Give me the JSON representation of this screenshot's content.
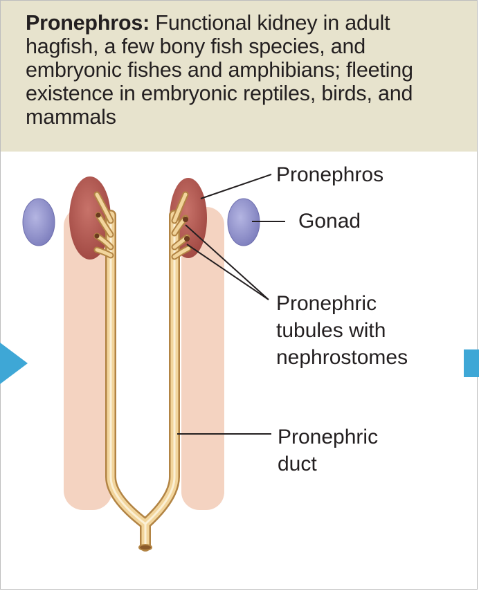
{
  "caption": {
    "term": "Pronephros:",
    "description": "Functional kidney in adult hagfish, a few bony fish species, and embryonic fishes and amphibians; fleeting existence in embryonic reptiles, birds, and mammals"
  },
  "labels": {
    "pronephros": "Pronephros",
    "gonad": "Gonad",
    "tubules_line1": "Pronephric",
    "tubules_line2": "tubules with",
    "tubules_line3": "nephrostomes",
    "duct_line1": "Pronephric",
    "duct_line2": "duct"
  },
  "colors": {
    "caption_bg": "#e7e3cd",
    "kidney": "#b85a52",
    "gonad": "#8e8fcb",
    "mesoderm": "#f4d3c1",
    "duct": "#ecc98b",
    "nav_arrow": "#3ea7d6"
  }
}
